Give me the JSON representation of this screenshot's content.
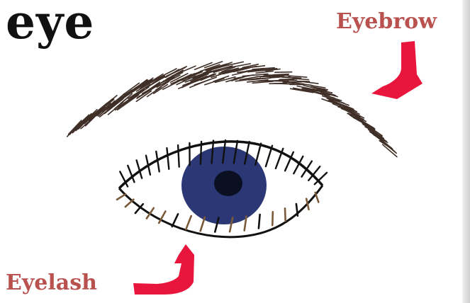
{
  "title": "eye",
  "labels": {
    "eyebrow": "Eyebrow",
    "eyelash": "Eyelash"
  },
  "colors": {
    "title": "#111111",
    "label_text": "#b9524f",
    "arrow": "#e8163c",
    "eyebrow": "#3f2f27",
    "iris": "#2b3875",
    "pupil": "#0a0f22",
    "outline": "#111111",
    "lower_lash": "#7a5a3a"
  },
  "icons": [
    "eyebrow-arrow-icon",
    "eyelash-arrow-icon"
  ]
}
